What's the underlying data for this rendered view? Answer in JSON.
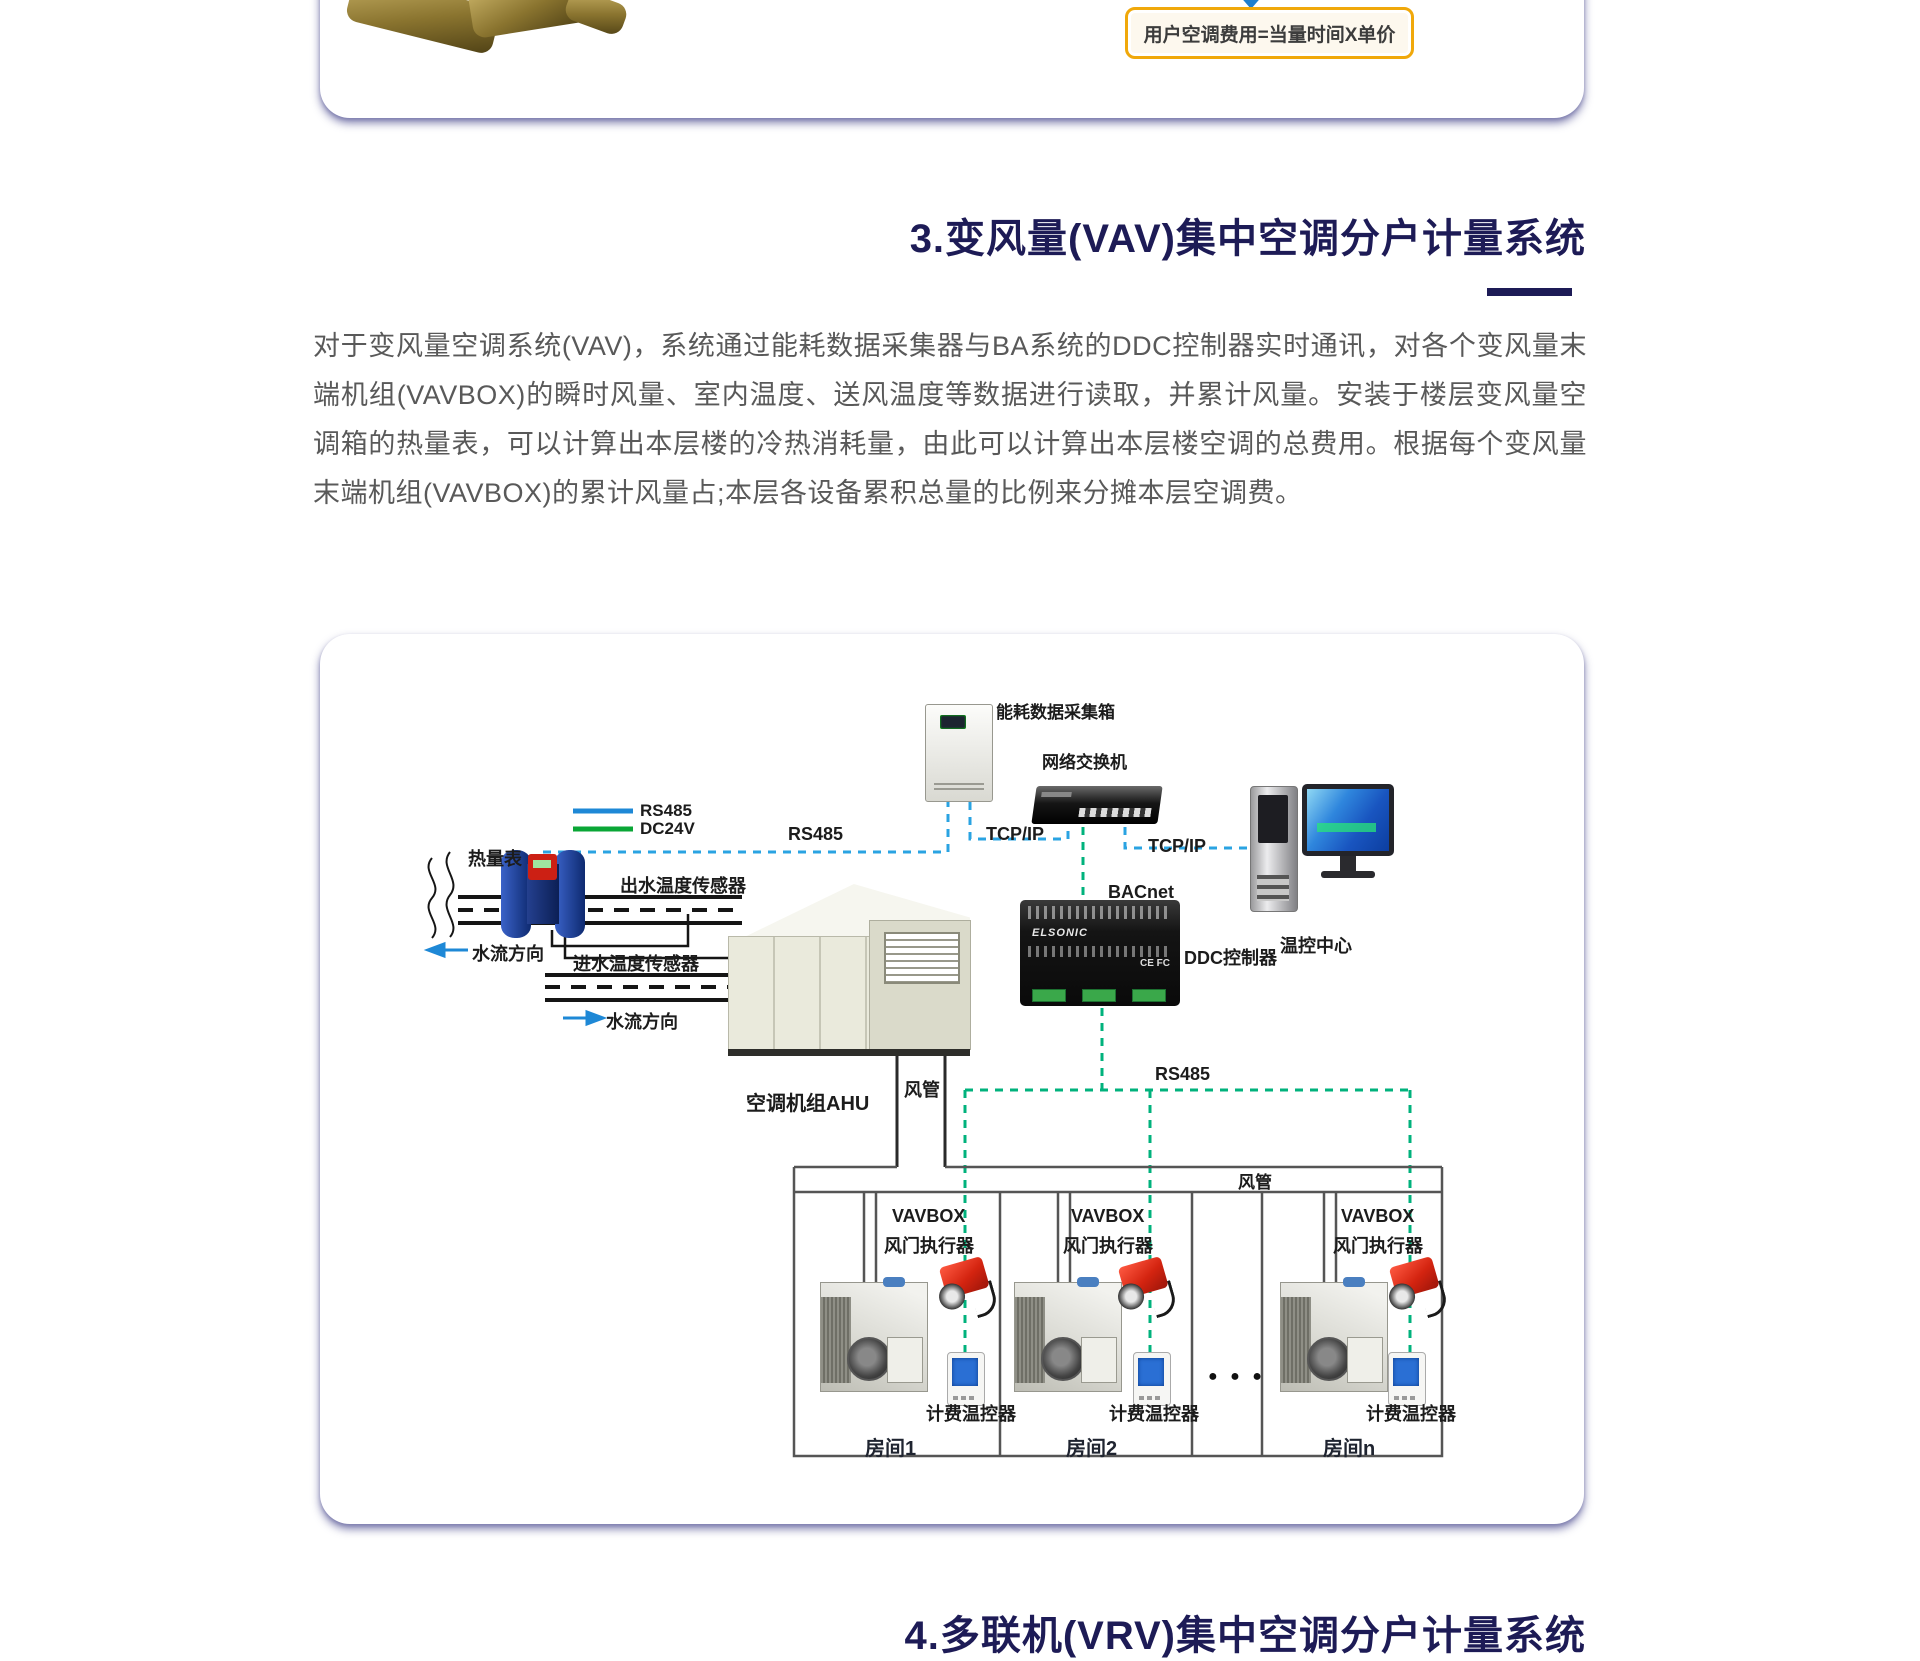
{
  "top_card": {
    "formula_badge": "用户空调费用=当量时间X单价"
  },
  "section3": {
    "heading": "3.变风量(VAV)集中空调分户计量系统",
    "paragraph": "对于变风量空调系统(VAV)，系统通过能耗数据采集器与BA系统的DDC控制器实时通讯，对各个变风量末端机组(VAVBOX)的瞬时风量、室内温度、送风温度等数据进行读取，并累计风量。安装于楼层变风量空调箱的热量表，可以计算出本层楼的冷热消耗量，由此可以计算出本层楼空调的总费用。根据每个变风量末端机组(VAVBOX)的累计风量占;本层各设备累积总量的比例来分摊本层空调费。"
  },
  "diagram": {
    "labels": {
      "collector": "能耗数据采集箱",
      "switch": "网络交换机",
      "console": "温控中心",
      "ddc": "DDC控制器",
      "bacnet": "BACnet",
      "tcpip": "TCP/IP",
      "rs485": "RS485",
      "dc24v": "DC24V",
      "heat_meter": "热量表",
      "outlet_sensor": "出水温度传感器",
      "inlet_sensor": "进水温度传感器",
      "flow_dir": "水流方向",
      "ahu": "空调机组AHU",
      "duct": "风管",
      "vavbox": "VAVBOX",
      "damper": "风门执行器",
      "thermostat": "计费温控器",
      "ellipsis": "● ● ●"
    },
    "devices": {
      "ddc_brand": "ELSONIC",
      "ddc_marks": "CE FC"
    },
    "rooms": [
      "房间1",
      "房间2",
      "房间n"
    ]
  },
  "section4": {
    "heading": "4.多联机(VRV)集中空调分户计量系统"
  },
  "colors": {
    "accent_navy": "#1d1b56",
    "paragraph_text": "#595959",
    "badge_border": "#f0a80a",
    "blue_solid": "#1e88d6",
    "blue_dashed": "#2aa3e2",
    "green_solid": "#0aa636",
    "green_dashed": "#00b27c",
    "card_shadow": "#6c6ca3"
  }
}
